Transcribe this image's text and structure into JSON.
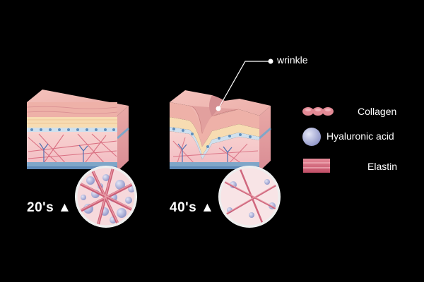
{
  "callout": {
    "text": "wrinkle"
  },
  "panels": [
    {
      "id": "young",
      "age_label": "20's ▲"
    },
    {
      "id": "aged",
      "age_label": "40's ▲"
    }
  ],
  "legend": [
    {
      "label": "Collagen",
      "icon": "collagen-icon",
      "color": "#e38a95"
    },
    {
      "label": "Hyaluronic acid",
      "icon": "hyaluronic-acid-icon",
      "color": "#9ea4d2"
    },
    {
      "label": "Elastin",
      "icon": "elastin-icon",
      "color": "#d6687a"
    }
  ],
  "colors": {
    "background": "#000000",
    "epidermis_top": "#f1b9b4",
    "epidermis_front": "#eeb1a8",
    "yellow_layer": "#f7dcb2",
    "dermis": "#f6c9c9",
    "fiber": "#d15c74",
    "blue_band": "#7fa6c8",
    "molecule": "#a7aed8"
  }
}
